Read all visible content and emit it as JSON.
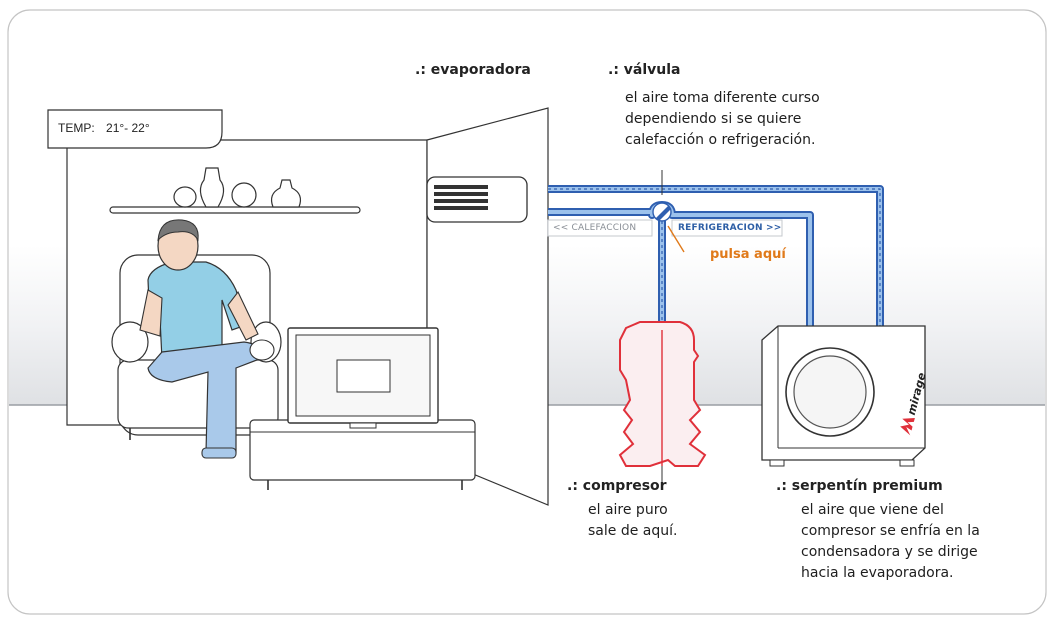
{
  "temp_panel": {
    "label": "TEMP:",
    "value": "21°- 22°"
  },
  "evaporadora": {
    "title": ".: evaporadora"
  },
  "valvula": {
    "title": ".: válvula",
    "lines": [
      "el aire toma diferente curso",
      "dependiendo si se quiere",
      "calefacción o refrigeración."
    ]
  },
  "switch": {
    "left": "<< CALEFACCION",
    "right": "REFRIGERACION >>",
    "cta": "pulsa aquí"
  },
  "compresor": {
    "title": ".: compresor",
    "lines": [
      "el aire puro",
      "sale de aquí."
    ]
  },
  "serpentin": {
    "title": ".: serpentín premium",
    "lines": [
      "el aire que viene del",
      "compresor se enfría en la",
      "condensadora y se dirige",
      "hacia la evaporadora."
    ]
  },
  "brand": {
    "name": "mirage"
  },
  "colors": {
    "pipe_blue": "#2f5fb0",
    "pipe_light": "#9cc2ec",
    "compressor_red": "#e0303a",
    "accent_orange": "#e07a1a"
  }
}
